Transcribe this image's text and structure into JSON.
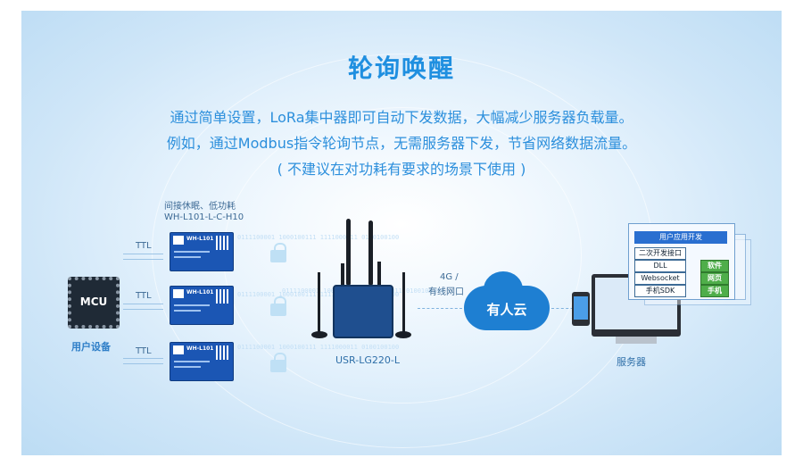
{
  "title": "轮询唤醒",
  "description": [
    "通过简单设置，LoRa集中器即可自动下发数据，大幅减少服务器负载量。",
    "例如，通过Modbus指令轮询节点，无需服务器下发，节省网络数据流量。",
    "( 不建议在对功耗有要求的场景下使用 )"
  ],
  "module": {
    "caption_line1": "间接休眠、低功耗",
    "caption_line2": "WH-L101-L-C-H10",
    "label": "WH-L101"
  },
  "links": [
    "TTL",
    "TTL",
    "TTL"
  ],
  "mcu": {
    "label": "MCU",
    "caption": "用户设备"
  },
  "gateway": {
    "caption": "USR-LG220-L"
  },
  "network": {
    "line1": "4G /",
    "line2": "有线网口"
  },
  "cloud": {
    "label": "有人云"
  },
  "server": {
    "caption": "服务器",
    "app_title": "用户应用开发",
    "app_interface": "二次开发接口",
    "rows": [
      {
        "left": "DLL",
        "right": "软件"
      },
      {
        "left": "Websocket",
        "right": "网页"
      },
      {
        "left": "手机SDK",
        "right": "手机"
      }
    ]
  },
  "bits_text": "0111100001\n1000100111\n1111000011\n0100100100",
  "colors": {
    "accent": "#1f8fe0",
    "module": "#1b56b4",
    "cloud": "#1e7fd2",
    "green": "#4fae4a"
  }
}
